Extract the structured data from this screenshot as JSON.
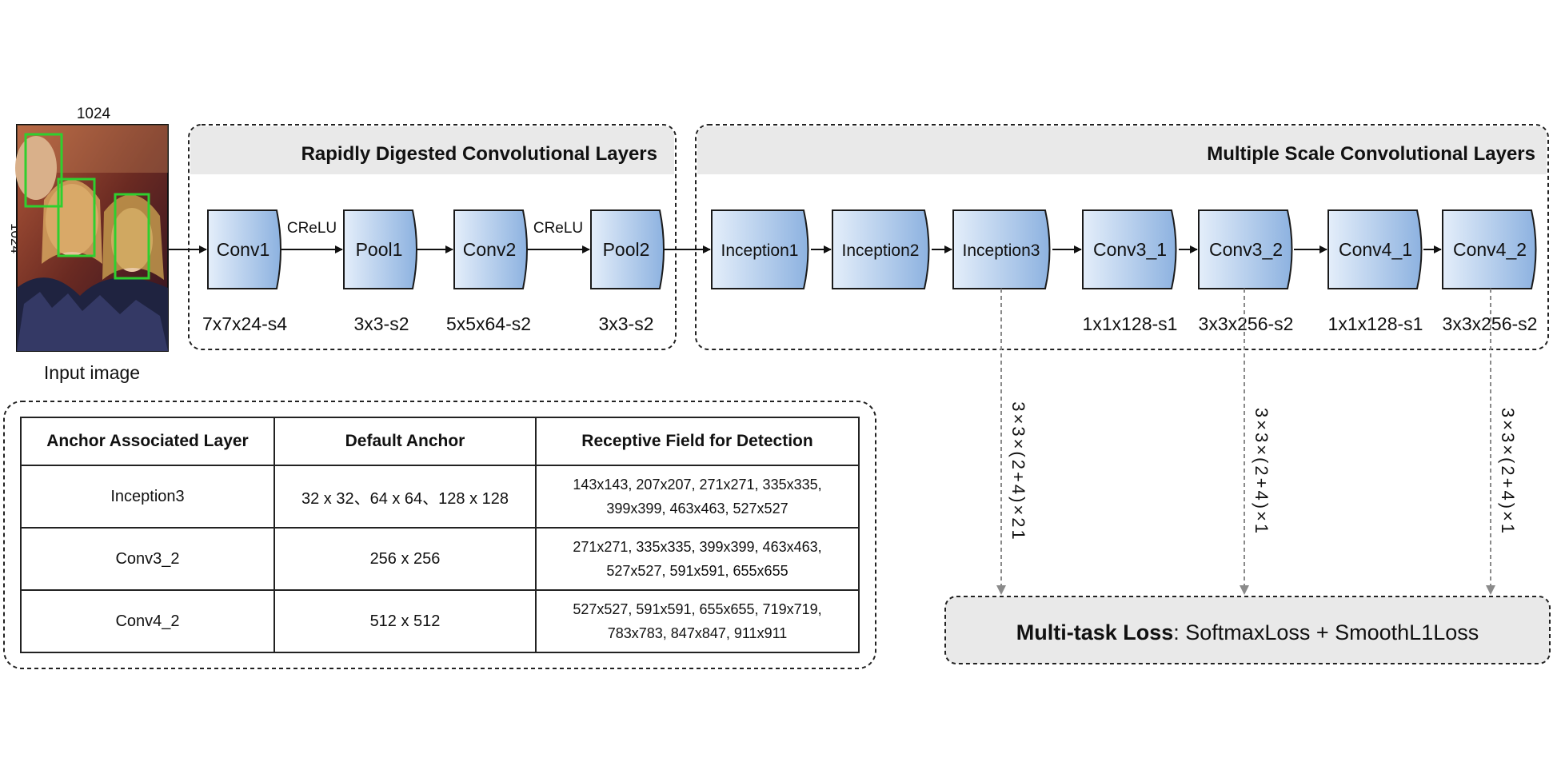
{
  "input": {
    "size_top": "1024",
    "size_side": "1024",
    "caption": "Input image"
  },
  "rdcl": {
    "title": "Rapidly Digested Convolutional  Layers",
    "layers": [
      {
        "name": "Conv1",
        "spec": "7x7x24-s4"
      },
      {
        "name": "Pool1",
        "spec": "3x3-s2"
      },
      {
        "name": "Conv2",
        "spec": "5x5x64-s2"
      },
      {
        "name": "Pool2",
        "spec": "3x3-s2"
      }
    ],
    "activations": [
      "CReLU",
      "CReLU"
    ]
  },
  "mscl": {
    "title": "Multiple Scale Convolutional  Layers",
    "layers": [
      {
        "name": "Inception1",
        "spec": ""
      },
      {
        "name": "Inception2",
        "spec": ""
      },
      {
        "name": "Inception3",
        "spec": ""
      },
      {
        "name": "Conv3_1",
        "spec": "1x1x128-s1"
      },
      {
        "name": "Conv3_2",
        "spec": "3x3x256-s2"
      },
      {
        "name": "Conv4_1",
        "spec": "1x1x128-s1"
      },
      {
        "name": "Conv4_2",
        "spec": "3x3x256-s2"
      }
    ]
  },
  "heads": [
    {
      "source": "Inception3",
      "label": "3×3×(2+4)×21"
    },
    {
      "source": "Conv3_2",
      "label": "3×3×(2+4)×1"
    },
    {
      "source": "Conv4_2",
      "label": "3×3×(2+4)×1"
    }
  ],
  "loss": {
    "bold": "Multi-task Loss",
    "rest": ": SoftmaxLoss + SmoothL1Loss"
  },
  "table": {
    "headers": [
      "Anchor Associated Layer",
      "Default Anchor",
      "Receptive Field for Detection"
    ],
    "rows": [
      {
        "layer": "Inception3",
        "anchor": "32 x 32、64 x 64、128 x 128",
        "rf_line1": "143x143, 207x207, 271x271, 335x335,",
        "rf_line2": "399x399, 463x463, 527x527"
      },
      {
        "layer": "Conv3_2",
        "anchor": "256 x 256",
        "rf_line1": "271x271, 335x335, 399x399, 463x463,",
        "rf_line2": "527x527, 591x591, 655x655"
      },
      {
        "layer": "Conv4_2",
        "anchor": "512 x 512",
        "rf_line1": "527x527, 591x591, 655x655, 719x719,",
        "rf_line2": "783x783, 847x847, 911x911"
      }
    ]
  },
  "colors": {
    "box_fill_light": "#e3edf9",
    "box_fill_dark": "#8cb1e0",
    "box_stroke": "#1a1a1a",
    "band": "#e9e9e9",
    "face_box": "#2fcf2f",
    "dashed_arrow": "#8a8a8a"
  }
}
